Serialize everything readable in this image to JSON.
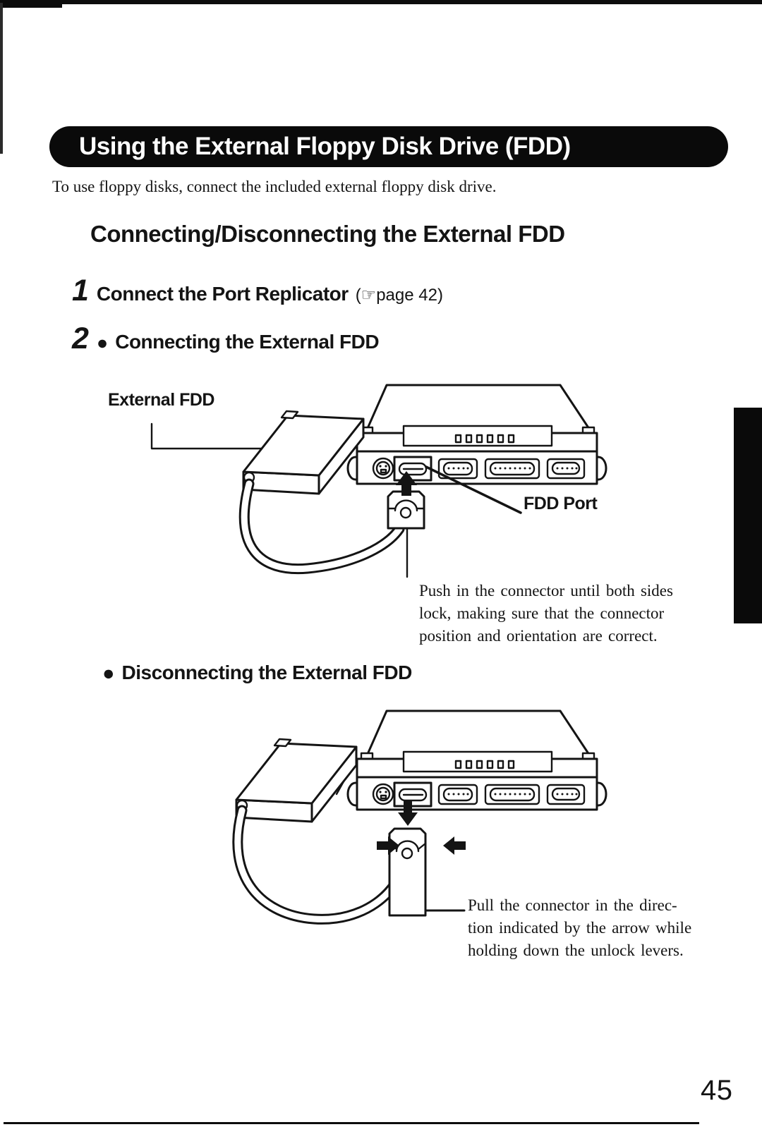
{
  "page": {
    "title_banner": "Using the External Floppy Disk Drive (FDD)",
    "intro": "To use floppy disks, connect the included external floppy disk drive.",
    "section_heading": "Connecting/Disconnecting the External FDD",
    "page_number": "45"
  },
  "steps": {
    "step1": {
      "number": "1",
      "title": "Connect the Port Replicator",
      "reference": "(☞page 42)"
    },
    "step2": {
      "number": "2",
      "bullet": "●",
      "title": "Connecting the External FDD"
    }
  },
  "connect_diagram": {
    "label_external_fdd": "External FDD",
    "label_fdd_port": "FDD Port",
    "caption_lines": [
      "Push in the connector until both sides",
      "lock, making sure that the connector",
      "position and orientation are correct."
    ]
  },
  "disconnect_section": {
    "bullet": "●",
    "title": "Disconnecting the External FDD"
  },
  "disconnect_diagram": {
    "caption_lines": [
      "Pull the connector in the direc-",
      "tion indicated by the arrow while",
      "holding down the unlock levers."
    ]
  },
  "colors": {
    "ink": "#141414",
    "paper": "#ffffff",
    "banner": "#0a0a0a"
  }
}
